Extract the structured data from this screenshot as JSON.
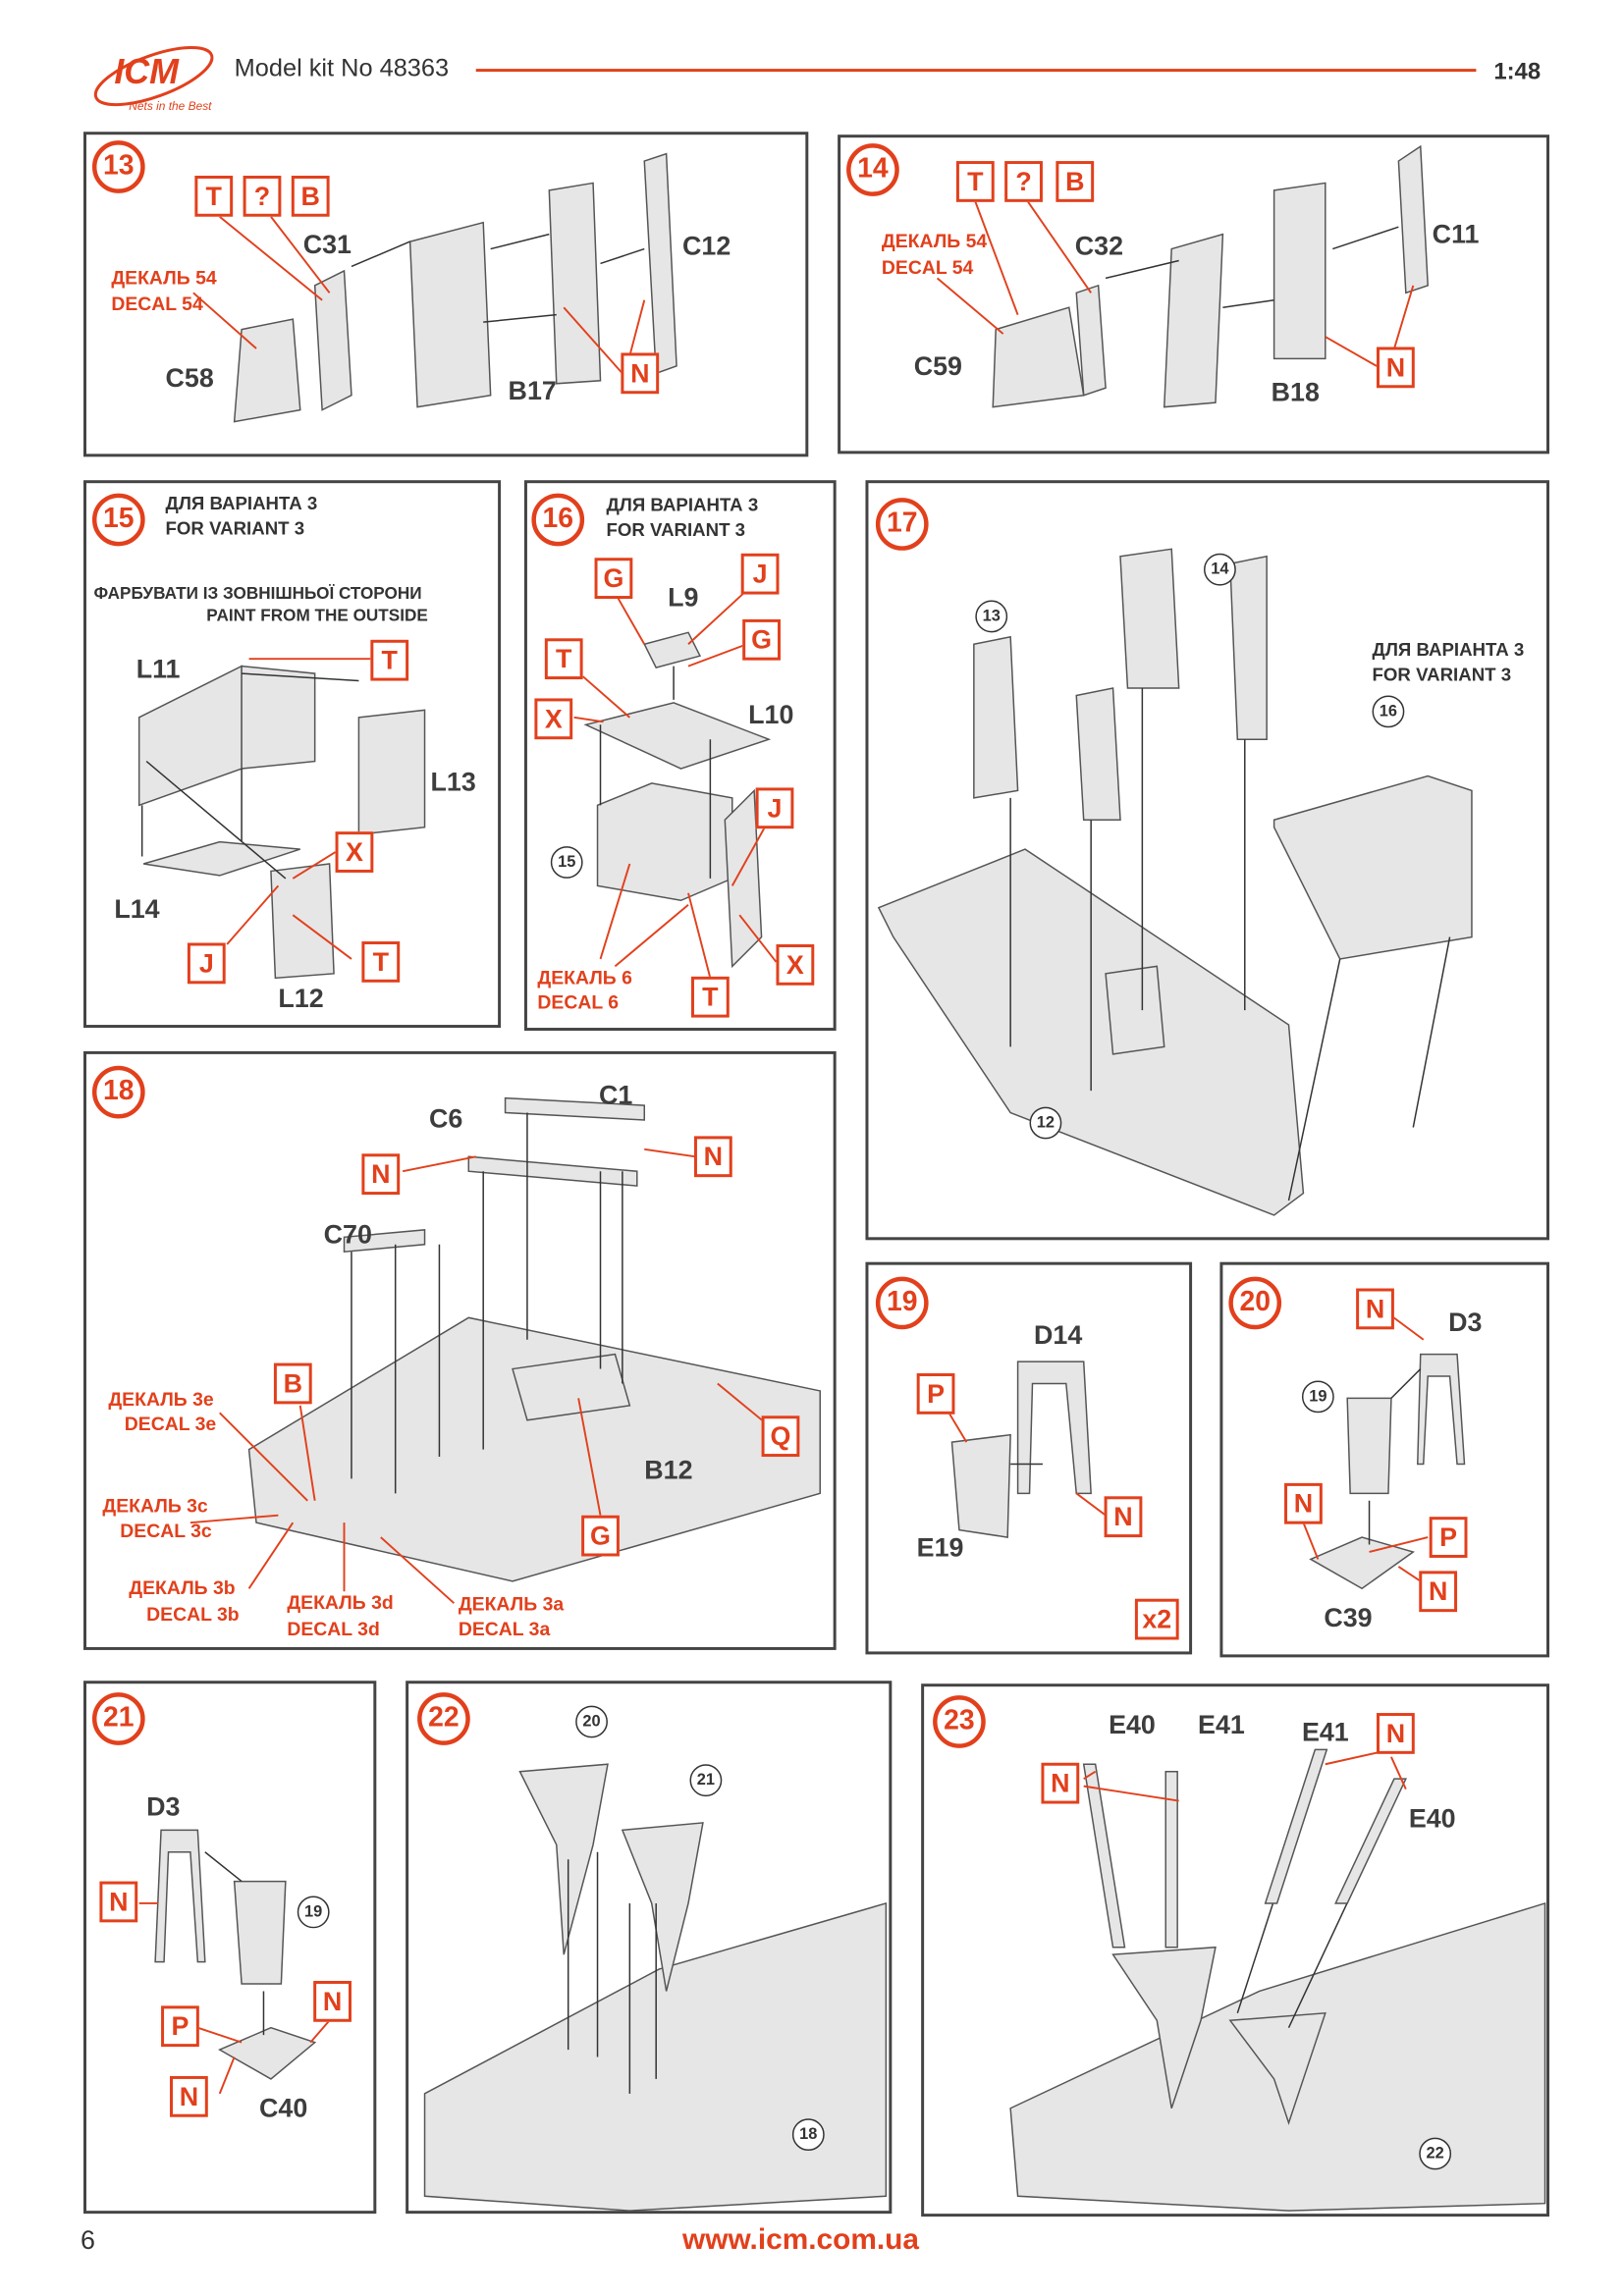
{
  "header": {
    "logo": "ICM",
    "logo_tagline": "Nets in the Best",
    "title": "Model kit No 48363",
    "scale": "1:48"
  },
  "s13": {
    "num": "13",
    "mk": [
      "T",
      "?",
      "B",
      "N"
    ],
    "parts": [
      "C31",
      "C58",
      "B17",
      "C12"
    ],
    "decal": [
      "ДЕКАЛЬ 54",
      "DECAL 54"
    ]
  },
  "s14": {
    "num": "14",
    "mk": [
      "T",
      "?",
      "B",
      "N"
    ],
    "parts": [
      "C32",
      "C59",
      "B18",
      "C11"
    ],
    "decal": [
      "ДЕКАЛЬ 54",
      "DECAL 54"
    ]
  },
  "s15": {
    "num": "15",
    "variant": [
      "ДЛЯ ВАРІАНТА 3",
      "FOR VARIANT 3"
    ],
    "paint": [
      "ФАРБУВАТИ ІЗ ЗОВНІШНЬОЇ СТОРОНИ",
      "PAINT FROM THE OUTSIDE"
    ],
    "mk": [
      "T",
      "X",
      "J",
      "T"
    ],
    "parts": [
      "L11",
      "L13",
      "L14",
      "L12"
    ]
  },
  "s16": {
    "num": "16",
    "variant": [
      "ДЛЯ ВАРІАНТА 3",
      "FOR VARIANT 3"
    ],
    "mk": [
      "G",
      "J",
      "G",
      "T",
      "X",
      "J",
      "T",
      "X"
    ],
    "parts": [
      "L9",
      "L10"
    ],
    "ref": "15",
    "decal": [
      "ДЕКАЛЬ 6",
      "DECAL 6"
    ]
  },
  "s17": {
    "num": "17",
    "refs": [
      "14",
      "13",
      "16",
      "12"
    ],
    "variant": [
      "ДЛЯ ВАРІАНТА 3",
      "FOR VARIANT 3"
    ]
  },
  "s18": {
    "num": "18",
    "parts": [
      "C1",
      "C6",
      "C70",
      "B12"
    ],
    "mk": [
      "N",
      "N",
      "B",
      "Q",
      "G"
    ],
    "decals": [
      "ДЕКАЛЬ 3e",
      "DECAL 3e",
      "ДЕКАЛЬ 3c",
      "DECAL 3c",
      "ДЕКАЛЬ 3b",
      "DECAL 3b",
      "ДЕКАЛЬ 3d",
      "DECAL 3d",
      "ДЕКАЛЬ 3a",
      "DECAL 3a"
    ]
  },
  "s19": {
    "num": "19",
    "parts": [
      "D14",
      "E19"
    ],
    "mk": [
      "P",
      "N"
    ],
    "qty": "x2"
  },
  "s20": {
    "num": "20",
    "parts": [
      "D3",
      "C39"
    ],
    "mk": [
      "N",
      "N",
      "P",
      "N"
    ],
    "ref": "19"
  },
  "s21": {
    "num": "21",
    "parts": [
      "D3",
      "C40"
    ],
    "mk": [
      "N",
      "N",
      "P",
      "N"
    ],
    "ref": "19"
  },
  "s22": {
    "num": "22",
    "refs": [
      "20",
      "21",
      "18"
    ]
  },
  "s23": {
    "num": "23",
    "parts": [
      "E40",
      "E41",
      "E41",
      "E40"
    ],
    "mk": [
      "N",
      "N"
    ],
    "ref": "22"
  },
  "footer": {
    "page": "6",
    "url": "www.icm.com.ua"
  }
}
